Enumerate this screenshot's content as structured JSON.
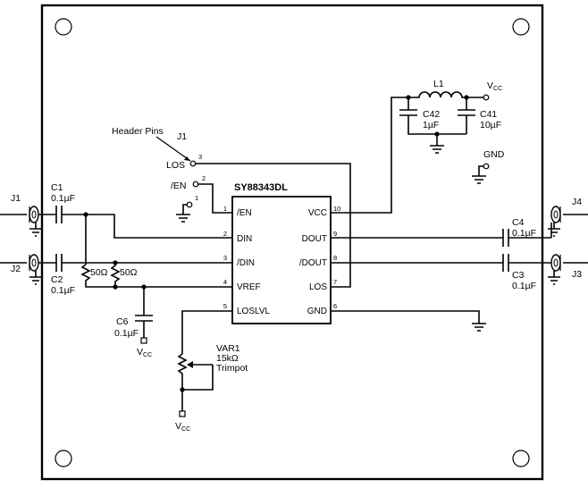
{
  "chip": {
    "name": "SY88343DL",
    "pins_left": [
      {
        "num": "1",
        "label": "/EN"
      },
      {
        "num": "2",
        "label": "DIN"
      },
      {
        "num": "3",
        "label": "/DIN"
      },
      {
        "num": "4",
        "label": "VREF"
      },
      {
        "num": "5",
        "label": "LOSLVL"
      }
    ],
    "pins_right": [
      {
        "num": "10",
        "label": "VCC"
      },
      {
        "num": "9",
        "label": "DOUT"
      },
      {
        "num": "8",
        "label": "/DOUT"
      },
      {
        "num": "7",
        "label": "LOS"
      },
      {
        "num": "6",
        "label": "GND"
      }
    ]
  },
  "header": {
    "caption": "Header Pins",
    "name": "J1",
    "los_label": "LOS",
    "los_pin": "3",
    "en_label": "/EN",
    "en_pin": "2",
    "gnd_pin": "1"
  },
  "connectors": {
    "j1": "J1",
    "j2": "J2",
    "j3": "J3",
    "j4": "J4"
  },
  "components": {
    "c1": {
      "name": "C1",
      "value": "0.1µF"
    },
    "c2": {
      "name": "C2",
      "value": "0.1µF"
    },
    "c3": {
      "name": "C3",
      "value": "0.1µF"
    },
    "c4": {
      "name": "C4",
      "value": "0.1µF"
    },
    "c6": {
      "name": "C6",
      "value": "0.1µF"
    },
    "c41": {
      "name": "C41",
      "value": "10µF"
    },
    "c42": {
      "name": "C42",
      "value": "1µF"
    },
    "l1": {
      "name": "L1"
    },
    "r1": {
      "value": "50Ω"
    },
    "r2": {
      "value": "50Ω"
    },
    "var1": {
      "name": "VAR1",
      "value": "15kΩ",
      "type": "Trimpot"
    }
  },
  "rails": {
    "vcc_main": "V",
    "vcc_sub": "CC",
    "gnd": "GND"
  }
}
